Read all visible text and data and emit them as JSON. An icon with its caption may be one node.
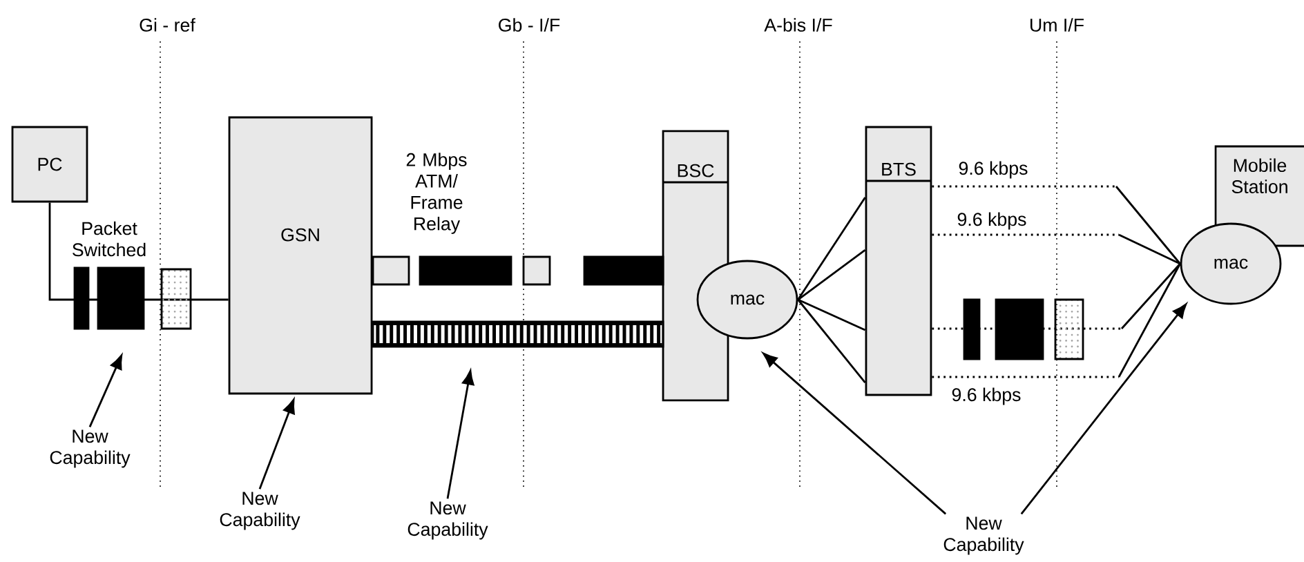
{
  "diagram": {
    "nodes": [
      {
        "text": [
          "PC"
        ]
      },
      {
        "text": [
          "GSN"
        ]
      },
      {
        "text": [
          "BSC"
        ]
      },
      {
        "text": [
          "mac"
        ]
      },
      {
        "text": [
          "BTS"
        ]
      },
      {
        "text": [
          "Mobile Station"
        ]
      },
      {
        "text": [
          "mac"
        ]
      },
      {
        "text": [
          "New Capability"
        ]
      },
      {
        "text": [
          "New Capability"
        ]
      },
      {
        "text": [
          "New Capability"
        ]
      },
      {
        "text": [
          "New Capability"
        ]
      }
    ],
    "edges": [
      {
        "from": 0,
        "to": 1,
        "arrow": "none"
      },
      {
        "from": 1,
        "to": 2,
        "arrow": "none",
        "style": "thick"
      },
      {
        "from": 3,
        "to": 4,
        "arrow": "none"
      },
      {
        "from": 3,
        "to": 4,
        "arrow": "none"
      },
      {
        "from": 3,
        "to": 4,
        "arrow": "none"
      },
      {
        "from": 3,
        "to": 4,
        "arrow": "none"
      },
      {
        "from": 4,
        "to": 6,
        "arrow": "none",
        "style": "dashed"
      },
      {
        "from": 4,
        "to": 6,
        "arrow": "none",
        "style": "dashed"
      },
      {
        "from": 4,
        "to": 6,
        "arrow": "none",
        "style": "dashed"
      },
      {
        "from": 4,
        "to": 6,
        "arrow": "none",
        "style": "dashed"
      },
      {
        "from": 7,
        "to": null,
        "arrow": "to"
      },
      {
        "from": 8,
        "to": 1,
        "arrow": "to"
      },
      {
        "from": 9,
        "to": null,
        "arrow": "to"
      },
      {
        "from": 10,
        "to": 3,
        "arrow": "to"
      },
      {
        "from": 10,
        "to": 6,
        "arrow": "to"
      }
    ],
    "labels": [
      "Gi - ref",
      "Gb - I/F",
      "A-bis I/F",
      "Um I/F",
      "Packet Switched",
      "2 Mbps ATM/ Frame Relay",
      "9.6 kbps",
      "9.6 kbps",
      "9.6 kbps"
    ]
  }
}
